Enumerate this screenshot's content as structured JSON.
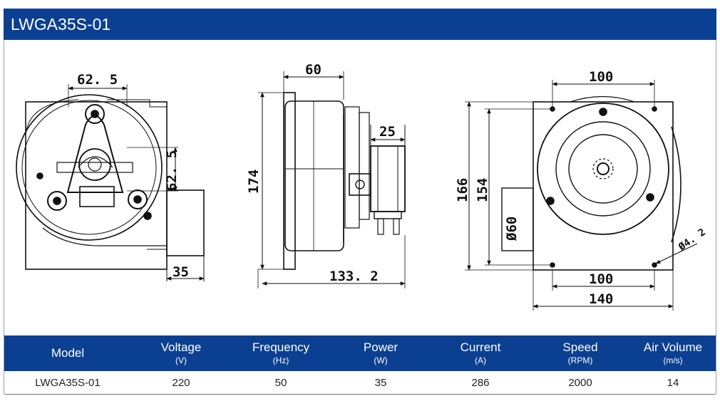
{
  "title": "LWGA35S-01",
  "drawing": {
    "side": {
      "width_label": "62. 5",
      "height_label": "62. 5",
      "outlet_label": "35"
    },
    "front": {
      "depth_label": "60",
      "height_label": "174",
      "bracket_label": "25",
      "length_label": "133. 2"
    },
    "rear": {
      "top_label": "100",
      "height_outer_label": "166",
      "height_inner_label": "154",
      "outlet_label": "Ø60",
      "bottom_inner_label": "100",
      "width_label": "140",
      "hole_label": "Ø4. 2"
    }
  },
  "table": {
    "headers": [
      {
        "label": "Model",
        "unit": ""
      },
      {
        "label": "Voltage",
        "unit": "(V)"
      },
      {
        "label": "Frequency",
        "unit": "(Hz)"
      },
      {
        "label": "Power",
        "unit": "(W)"
      },
      {
        "label": "Current",
        "unit": "(A)"
      },
      {
        "label": "Speed",
        "unit": "(RPM)"
      },
      {
        "label": "Air Volume",
        "unit": "(m/s)"
      }
    ],
    "rows": [
      [
        "LWGA35S-01",
        "220",
        "50",
        "35",
        "286",
        "2000",
        "14"
      ]
    ]
  }
}
